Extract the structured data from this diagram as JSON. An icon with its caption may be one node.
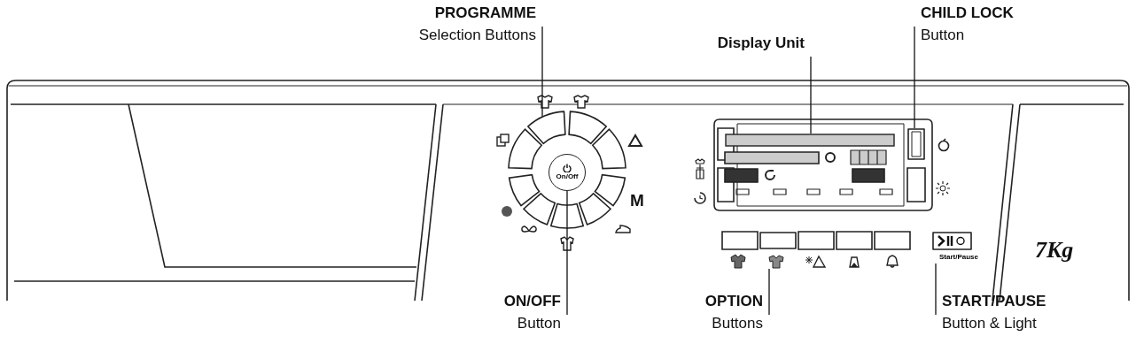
{
  "diagram": {
    "nodes": [
      {
        "text": [
          "PROGRAMME",
          "Selection Buttons"
        ]
      },
      {
        "text": [
          "Display Unit"
        ]
      },
      {
        "text": [
          "CHILD LOCK",
          "Button"
        ]
      },
      {
        "text": [],
        "shape": "box"
      },
      {
        "text": [],
        "shape": "bar"
      },
      {
        "text": [],
        "shape": "box"
      },
      {
        "text": [
          "On/Off"
        ]
      },
      {
        "text": [],
        "shape": "box"
      },
      {
        "text": [],
        "shape": "box",
        "beside": [
          "Start/Pause"
        ]
      },
      {
        "text": [
          "ON/OFF",
          "Button"
        ]
      },
      {
        "text": [
          "OPTION",
          "Buttons"
        ]
      },
      {
        "text": [
          "START/PAUSE",
          "Button & Light"
        ]
      }
    ],
    "edges": [
      {
        "from": 0,
        "to": 3,
        "arrow": "none"
      },
      {
        "from": 1,
        "to": 4,
        "arrow": "none"
      },
      {
        "from": 2,
        "to": 5,
        "arrow": "none"
      },
      {
        "from": 9,
        "to": 6,
        "arrow": "none"
      },
      {
        "from": 10,
        "to": 7,
        "arrow": "none"
      },
      {
        "from": 11,
        "to": 8,
        "arrow": "none"
      }
    ],
    "labels": [
      "M",
      "7Kg"
    ]
  }
}
